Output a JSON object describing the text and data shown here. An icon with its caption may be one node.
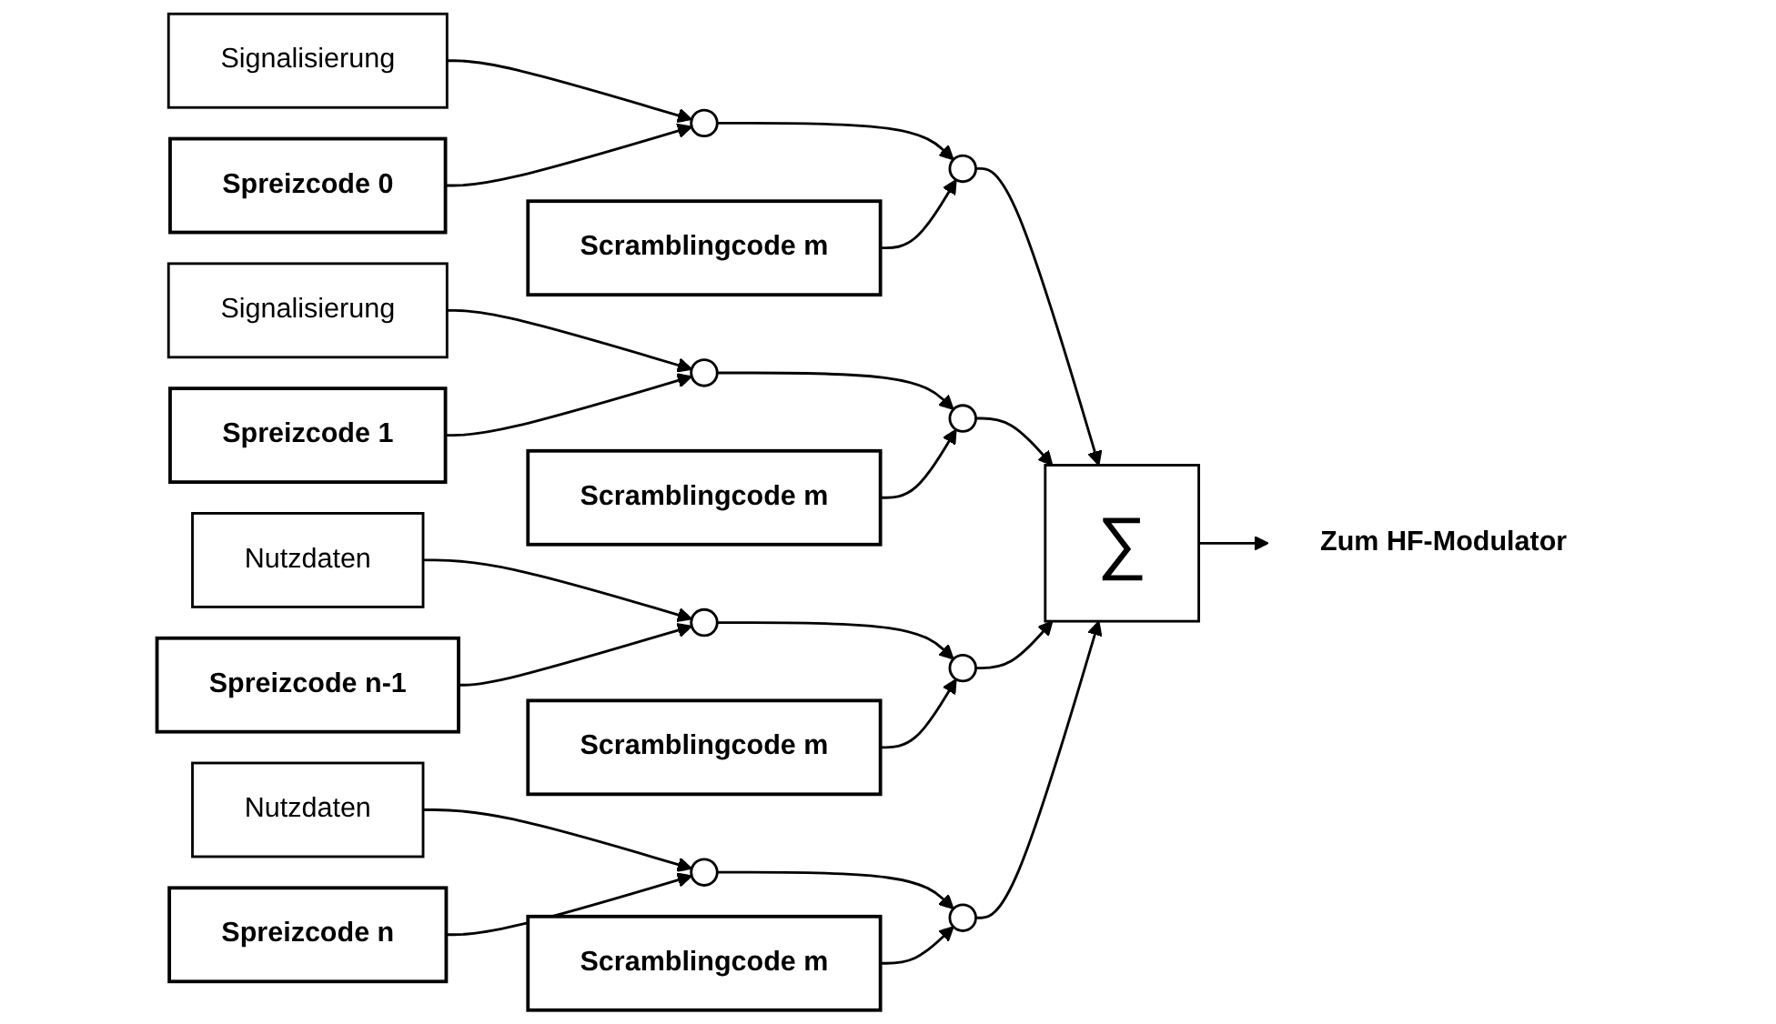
{
  "diagram": {
    "nodes": [
      {
        "text": [
          "Spreizcode 0"
        ]
      },
      {
        "text": [
          "Scramblingcode m"
        ]
      },
      {
        "text": [
          "Signalisierung"
        ]
      },
      {
        "text": [],
        "shape": "circle"
      },
      {
        "text": [],
        "shape": "circle"
      },
      {
        "text": [
          "∑"
        ]
      },
      {
        "text": [
          "Zum HF-Modulator"
        ]
      },
      {
        "text": [
          "Spreizcode 1"
        ]
      },
      {
        "text": [
          "Scramblingcode m"
        ]
      },
      {
        "text": [
          "Signalisierung"
        ]
      },
      {
        "text": [],
        "shape": "circle"
      },
      {
        "text": [],
        "shape": "circle"
      },
      {
        "text": [
          "Spreizcode n-1"
        ]
      },
      {
        "text": [
          "Scramblingcode m"
        ]
      },
      {
        "text": [
          "Nutzdaten"
        ]
      },
      {
        "text": [],
        "shape": "circle"
      },
      {
        "text": [],
        "shape": "circle"
      },
      {
        "text": [
          "Spreizcode n"
        ]
      },
      {
        "text": [
          "Scramblingcode m"
        ]
      },
      {
        "text": [
          "Nutzdaten"
        ]
      },
      {
        "text": [],
        "shape": "circle"
      },
      {
        "text": [],
        "shape": "circle"
      }
    ],
    "edges": [
      {
        "from": 2,
        "to": 3,
        "arrow": "to"
      },
      {
        "from": 0,
        "to": 3,
        "arrow": "to"
      },
      {
        "from": 3,
        "to": 4,
        "arrow": "to"
      },
      {
        "from": 1,
        "to": 4,
        "arrow": "to"
      },
      {
        "from": 4,
        "to": 5,
        "arrow": "to"
      },
      {
        "from": 9,
        "to": 10,
        "arrow": "to"
      },
      {
        "from": 7,
        "to": 10,
        "arrow": "to"
      },
      {
        "from": 10,
        "to": 11,
        "arrow": "to"
      },
      {
        "from": 8,
        "to": 11,
        "arrow": "to"
      },
      {
        "from": 11,
        "to": 5,
        "arrow": "to"
      },
      {
        "from": 14,
        "to": 15,
        "arrow": "to"
      },
      {
        "from": 12,
        "to": 15,
        "arrow": "to"
      },
      {
        "from": 15,
        "to": 16,
        "arrow": "to"
      },
      {
        "from": 13,
        "to": 16,
        "arrow": "to"
      },
      {
        "from": 16,
        "to": 5,
        "arrow": "to"
      },
      {
        "from": 19,
        "to": 20,
        "arrow": "to"
      },
      {
        "from": 17,
        "to": 20,
        "arrow": "to"
      },
      {
        "from": 20,
        "to": 21,
        "arrow": "to"
      },
      {
        "from": 18,
        "to": 21,
        "arrow": "to"
      },
      {
        "from": 21,
        "to": 5,
        "arrow": "to"
      },
      {
        "from": 5,
        "to": 6,
        "arrow": "to"
      }
    ]
  }
}
